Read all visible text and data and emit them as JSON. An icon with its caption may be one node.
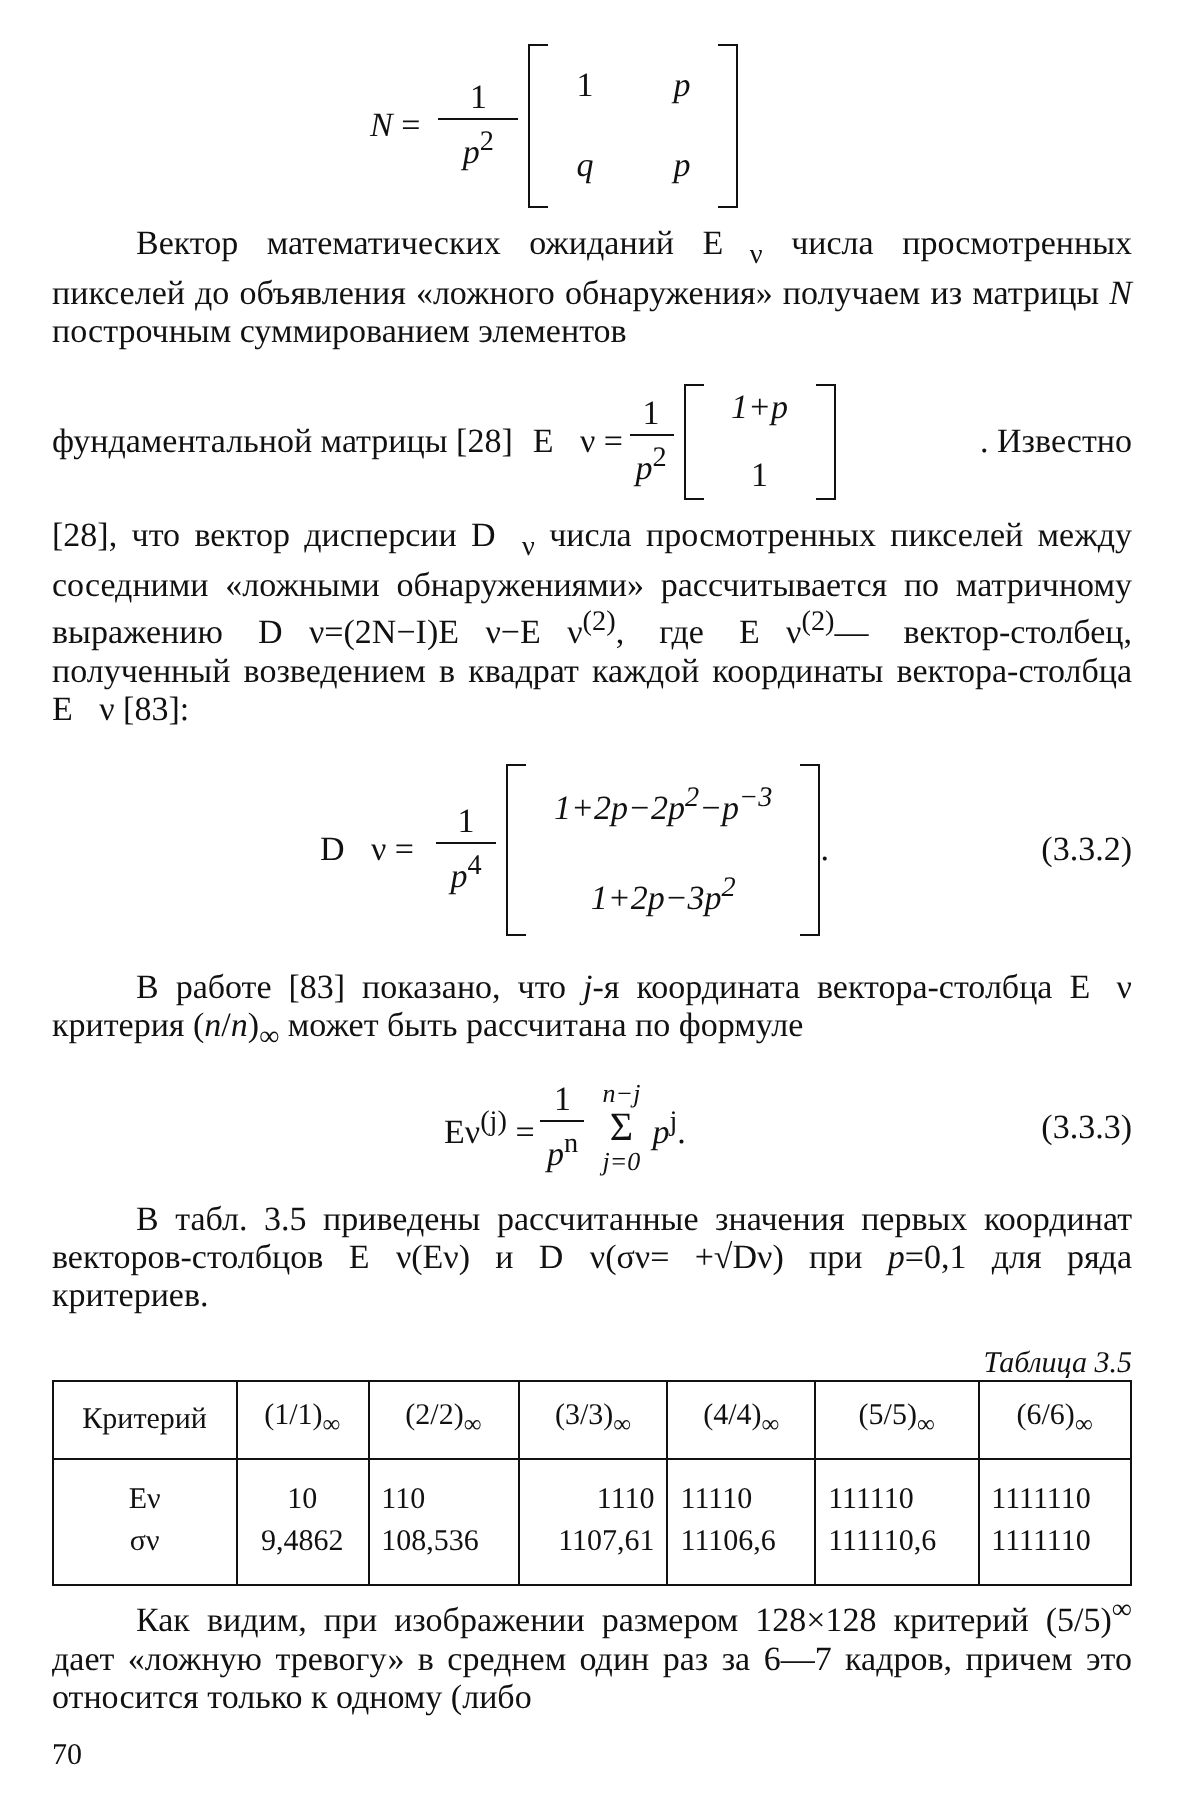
{
  "diagram": {
    "labels": [
      "*N* =",
      "1",
      "*p*$^{2}$",
      "1",
      "p",
      "q",
      "p",
      "Вектор математических ожиданий E⃗$_{ν}$ числа просмотренных пикселей до объявления «ложного обнаружения» получаем из матрицы *N* построчным суммированием элементов",
      "фундаментальной матрицы [28]",
      "E⃗ν =",
      "1",
      "*p*$^{2}$",
      "1+p",
      "1",
      ". Известно",
      "[28], что вектор дисперсии D⃗$_{ν}$ числа просмотренных пикселей между соседними «ложными обнаружениями» рассчитывается по матричному выражению D⃗ν=(2N−I)E⃗ν−E⃗ν$^{(2)}$, где E⃗ν$^{(2)}$— вектор-столбец, полученный возведением в квадрат каждой координаты вектора-столбца E⃗ν [83]:",
      "D⃗ν =",
      "1",
      "*p*$^{4}$",
      "1+2p−2p$^{2}$−p$^{−3}$",
      "1+2p−3p$^{2}$",
      ".",
      "(3.3.2)",
      "В работе [83] показано, что *j*-я координата вектора-столбца E⃗ν критерия (*n*/*n*)$_{∞}$ может быть рассчитана по формуле",
      "Eν$^{(j)}$ =",
      "1",
      "*p*$^{n}$",
      "n−j",
      "Σ",
      "j=0",
      "*p*$^{j}$.",
      "(3.3.3)",
      "В табл. 3.5 приведены рассчитанные значения первых координат векторов-столбцов E⃗ν(Eν) и D⃗ν(σν= +√Dν) при *p*=0,1 для ряда критериев.",
      "Таблица 3.5",
      "Критерий",
      "(1/1)$_{∞}$",
      "(2/2)$_{∞}$",
      "(3/3)$_{∞}$",
      "(4/4)$_{∞}$",
      "(5/5)$_{∞}$",
      "(6/6)$_{∞}$",
      "Eν",
      "10",
      "110",
      "1110",
      "11110",
      "111110",
      "1111110",
      "σν",
      "9,4862",
      "108,536",
      "1107,61",
      "11106,6",
      "111110,6",
      "1111110",
      "Как видим, при изображении размером 128×128 критерий (5/5)$^{∞}$ дает «ложную тревогу» в среднем один раз за 6—7 кадров, причем это относится только к одному (либо",
      "70"
    ]
  }
}
